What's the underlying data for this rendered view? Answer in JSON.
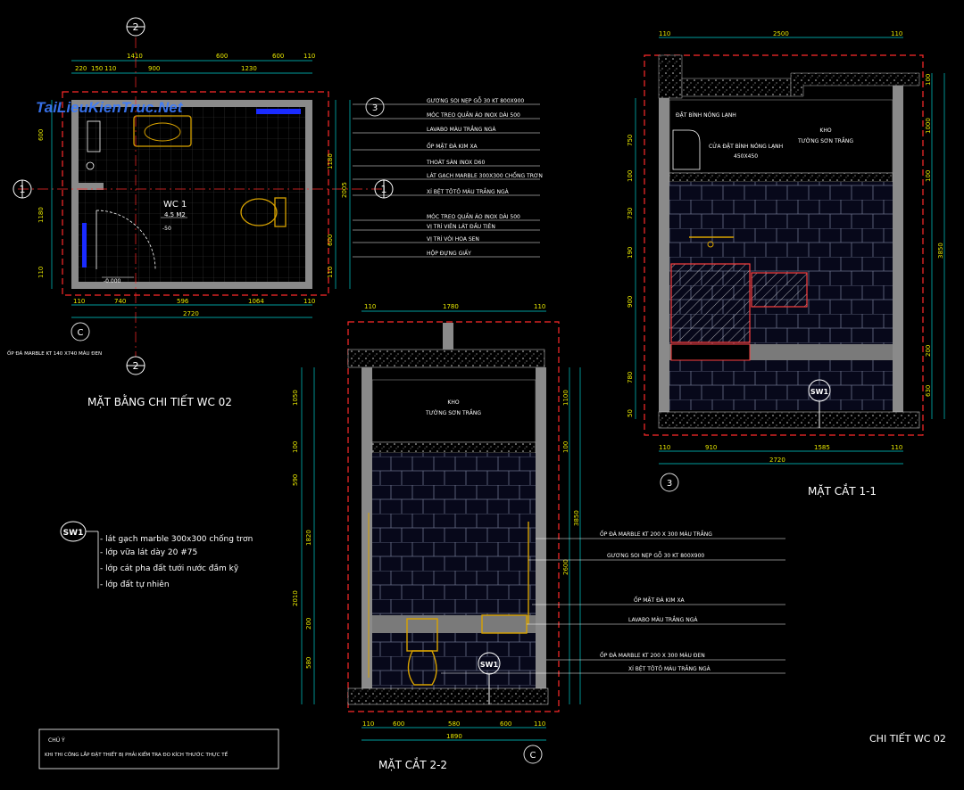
{
  "watermark": "TaiLieuKienTruc.Net",
  "titles": {
    "plan": "MẶT BẰNG CHI TIẾT WC 02",
    "section22": "MẶT CẮT 2-2",
    "section11": "MẶT CẮT 1-1",
    "sheet": "CHI TIẾT WC 02"
  },
  "grid_markers": [
    "2",
    "1",
    "3",
    "C",
    "2",
    "1",
    "3",
    "C"
  ],
  "plan": {
    "room_name": "WC 1",
    "area": "4.5 M2",
    "level1": "-50",
    "level2": "-0.000",
    "dims_top1": [
      "220",
      "150",
      "110",
      "900",
      "1230",
      "110"
    ],
    "dims_top2": [
      "1410",
      "600",
      "600"
    ],
    "dims_bottom1": [
      "110",
      "740",
      "596",
      "1064",
      "110"
    ],
    "dims_bottom2": "2720",
    "dims_left": [
      "600",
      "1180",
      "110"
    ],
    "dims_right": [
      "1180",
      "2005",
      "600",
      "110"
    ],
    "floor_note": "ỐP ĐÁ MARBLE KT 140 X740 MÀU ĐEN"
  },
  "plan_labels": [
    "GƯƠNG SOI NẸP GỖ 30 KT 800X900",
    "MÓC TREO QUẦN ÁO INOX DÀI 500",
    "LAVABO MÀU TRẮNG NGÀ",
    "ỐP MẶT ĐÁ KIM XA",
    "THOÁT SÀN INOX D60",
    "LÁT GẠCH MARBLE 300X300 CHỐNG TRƠN",
    "XÍ BỆT TÔTÔ MÀU TRẮNG NGÀ",
    "MÓC TREO QUẦN ÁO INOX DÀI 500",
    "VỊ TRÍ VIÊN LÁT ĐẦU TIÊN",
    "VỊ TRÍ VÒI HOA SEN",
    "HỘP ĐỰNG GIẤY"
  ],
  "section22": {
    "store_title": "KHO",
    "store_sub": "TƯỜNG SƠN TRẮNG",
    "dims_top": [
      "110",
      "1780",
      "110"
    ],
    "dims_bottom": [
      "110",
      "600",
      "580",
      "600",
      "110"
    ],
    "dims_bottom_total": "1890",
    "dims_left": [
      "1050",
      "100",
      "590",
      "1820",
      "2010",
      "200",
      "580"
    ],
    "dims_right": [
      "1100",
      "100",
      "3850",
      "2600"
    ],
    "marker": "SW1"
  },
  "section22_labels": [
    "ỐP ĐÁ MARBLE KT 200 X 300 MÀU TRẮNG",
    "GƯƠNG SOI NẸP GỖ 30 KT 800X900",
    "ỐP MẶT ĐÁ KIM XA",
    "LAVABO MÀU TRẮNG NGÀ",
    "ỐP ĐÁ MARBLE KT 200 X 300 MÀU ĐEN",
    "XÍ BỆT TÔTÔ MÀU TRẮNG NGÀ"
  ],
  "section11": {
    "store_title": "KHO",
    "store_sub": "TƯỜNG SƠN TRẮNG",
    "heater": "ĐẶT BÌNH NÓNG LẠNH",
    "heater_door": "CỬA ĐẶT BÌNH NÓNG LẠNH",
    "heater_size": "450X450",
    "dim_450": "450",
    "dims_top": [
      "110",
      "2500",
      "110"
    ],
    "dims_bottom": [
      "110",
      "910",
      "1585",
      "110"
    ],
    "dims_bottom_total": "2720",
    "dims_left": [
      "750",
      "100",
      "730",
      "190",
      "900",
      "780",
      "50"
    ],
    "dims_right": [
      "100",
      "1000",
      "100",
      "3850",
      "200",
      "630"
    ],
    "marker": "SW1"
  },
  "legend": {
    "marker": "SW1",
    "lines": [
      "- lát gạch marble 300x300 chống trơn",
      "- lớp vữa lát dày 20 #75",
      "- lớp cát pha đất tưới nước đầm kỹ",
      "- lớp đất tự nhiên"
    ]
  },
  "note": {
    "title": "CHÚ Ý",
    "text": "KHI THI CÔNG LẮP ĐẶT THIẾT BỊ PHẢI KIỂM TRA ĐO KÍCH THƯỚC THỰC TẾ"
  },
  "colors": {
    "wall": "#9a9a9a",
    "dim": "#e8e800",
    "cut_line": "#ff2a2a",
    "fixture": "#d8a200",
    "cyan": "#00cfcf"
  }
}
